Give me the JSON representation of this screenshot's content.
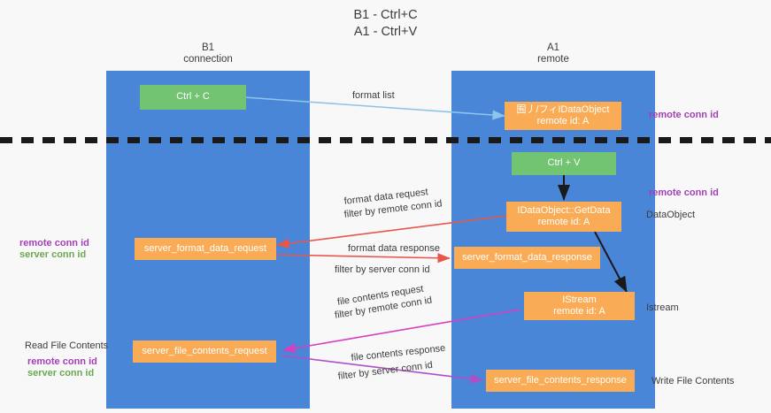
{
  "title": {
    "line1": "B1 - Ctrl+C",
    "line2": "A1 - Ctrl+V"
  },
  "lanes": [
    {
      "id": "b1",
      "name": "B1",
      "sub": "connection",
      "color": "#4a86d8"
    },
    {
      "id": "a1",
      "name": "A1",
      "sub": "remote",
      "color": "#4a86d8"
    }
  ],
  "nodes": {
    "ctrl_c": {
      "label": "Ctrl + C",
      "color": "#72c472"
    },
    "idataobject": {
      "line1": "囿丿/フィIDataObject",
      "line2": "remote id: A",
      "color": "#f9ab55"
    },
    "ctrl_v": {
      "label": "Ctrl + V",
      "color": "#72c472"
    },
    "getdata": {
      "line1": "IDataObject::GetData",
      "line2": "remote id: A",
      "color": "#f9ab55"
    },
    "server_format_data_request": {
      "label": "server_format_data_request",
      "color": "#f9ab55"
    },
    "server_format_data_response": {
      "label": "server_format_data_response",
      "color": "#f9ab55"
    },
    "istream": {
      "line1": "IStream",
      "line2": "remote id: A",
      "color": "#f9ab55"
    },
    "server_file_contents_request": {
      "label": "server_file_contents_request",
      "color": "#f9ab55"
    },
    "server_file_contents_response": {
      "label": "server_file_contents_response",
      "color": "#f9ab55"
    }
  },
  "edges": {
    "format_list": {
      "label": "format list",
      "color": "#8ec3ea"
    },
    "format_data_request": {
      "label": "format data request",
      "filter_prefix": "filter by ",
      "filter_key": "remote conn id",
      "color": "#e8564a"
    },
    "format_data_response": {
      "label": "format data response",
      "filter_prefix": "filter by ",
      "filter_key": "server conn id",
      "color": "#e8564a"
    },
    "file_contents_request": {
      "label": "file contents request",
      "filter_prefix": "filter by ",
      "filter_key": "remote conn id",
      "color": "#d63fc0"
    },
    "file_contents_response": {
      "label": "file contents response",
      "filter_prefix": "filter by ",
      "filter_key": "server conn id",
      "color": "#b04ec8"
    }
  },
  "side_labels": {
    "right_remote_conn_id_top": "remote conn id",
    "right_remote_conn_id_mid": "remote conn id",
    "right_dataobject": "DataObject",
    "right_istream": "Istream",
    "right_write_file_contents": "Write File Contents",
    "left_remote_conn_id_mid": "remote conn id",
    "left_server_conn_id_mid": "server conn id",
    "left_read_file_contents": "Read File Contents",
    "left_remote_conn_id_bot": "remote conn id",
    "left_server_conn_id_bot": "server conn id"
  },
  "colors": {
    "lane": "#4a86d8",
    "orange": "#f9ab55",
    "green_node": "#72c472",
    "purple_text": "#a33fb5",
    "green_text": "#6aa84f",
    "background": "#f8f8f8",
    "divider": "#1a1a1a"
  }
}
